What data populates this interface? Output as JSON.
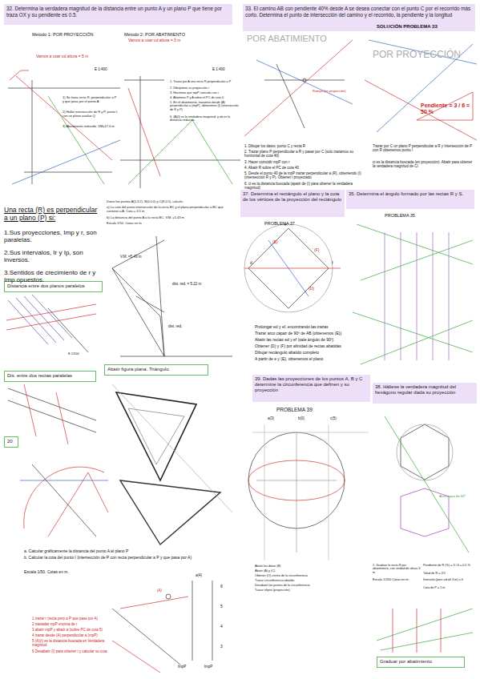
{
  "diagram": {
    "nodes": [
      {
        "text": [
          "32. Determina la verdadera magnitud de la distancia entre un punto A y un plano P que tiene por traza OX y su pendiente es 0.5."
        ]
      },
      {
        "text": [
          "33. El camino AB con pendiente 40% desde A se desea conectar con el punto C por el recorrido más corto. Determina el punto de intersección del camino y el recorrido, la pendiente y la longitud"
        ]
      },
      {
        "text": [
          "37. Determina el rectángulo el plano y la cota de los vértices de la proyección del rectángulo"
        ]
      },
      {
        "text": [
          "35. Determina el ángulo formado por las rectas R y S."
        ]
      },
      {
        "text": [
          "39. Dadas las proyecciones de los puntos A, B y C determine la circunferencia que definen y su proyección"
        ]
      },
      {
        "text": [
          "38. Háliese la verdadera magnitud del hexágono regular dada su proyección"
        ]
      },
      {
        "text": [
          "Distancia entre dos planos paralelos"
        ]
      },
      {
        "text": [
          "Dis. entre dos rectas paralelas"
        ]
      },
      {
        "text": [
          "Abatir figura plana. Triángulo"
        ]
      },
      {
        "text": [
          "20"
        ]
      },
      {
        "text": [
          "Graduar por abatimiento"
        ]
      }
    ],
    "labels": [
      "Método 1: POR PROYECCIÓN",
      "Método 2: POR ABATIMIENTO",
      "Vamos a usar ud altura = 5 m",
      "Vamos a usar ud altura = 3 m",
      "E 1:400",
      "E 1:400",
      "1) Se traza recta R, perpendicular a P y que pasa por el punto A",
      "2) Hallar intersección de R y P, punto I, con un plano auxiliar Q",
      "3) Abatimiento reducido. VM=17.6 m",
      "1. Trazar por A una recta R perpendicular a P",
      "2. Dibujamos su proyección r",
      "3. Hacemos que mpP coincida con r",
      "4. Abatimos P y A sobre el PC de cota 0",
      "5. En el abatimiento, trazamos desde (A) perpendicular a (mpP), obtenemos (I) (intersección de R y P)",
      "6. (A)(I) es la verdadera magnitud, y ab es la distancia reducida",
      "Una recta (R) es perpendicular a un plano (P) si:",
      "1.Sus proyecciones, Imp y r, son paralelas.",
      "2.Sus intervalos, Ir y Ip, son inversos.",
      "3.Sentidos de crecimiento de r y Imp opuestos.",
      "Datos los puntos A(5,3,2), B(0,0,0) y C(8,0,5), calcula:",
      "a) La cota del punto intersección de la recta BC y el plano perpendicular a BC que contiene a A. Cota = 3.5 m",
      "b) La distancia del punto A a la recta BC. V.M. =5.43 m",
      "Escala 1/50. Cotas en m.",
      "V.M. =5.43 m",
      "dist. red. = 5.22 m",
      "dist. red.",
      "E 1/200",
      "a. Calcular gráficamente la distancia del punto A al plano P",
      "b. Calcular la cota del punto I (intersección de P con recta perpendicular a P y que pasa por A)",
      "Escala 1/50. Cotas en m.",
      "1 trazar r (recta perp a P que pase por A)",
      "2 trasladar mpP encima de r",
      "3 abatir mpP y abatir a (sobre PC de cota 5)",
      "4 trazar desde (A) perpendicular a (mpP)",
      "5 (A)(I) es la distancia buscada en Verdadera magnitud",
      "6 Desabatir (I) para obtener i y calcular su cota",
      "6",
      "5",
      "4",
      "3",
      "lmpP",
      "lmpP",
      "POR ABATIMIENTO",
      "SOLUCIÓN PROBLEMA 33",
      "POR PROYECCIÓN",
      "Pendiente = 3 / 6 = 50 %",
      "1. Dibujar los datos: punto C y recta R",
      "2. Trazar plano P perpendicular a R y pasar por C (solo trazamos su horizontal de cota 40)",
      "3. Hacer coincidir mpP con r",
      "4. Abatir R sobre el PC de cota 40",
      "5. Desde el punto 40 de la mpP trazar perpendicular a (R), obteniendo (I) (intersección R y P). Obtener i proyectado",
      "6. ci es la distancia buscada (apatir de (I) para obtener la verdadera magnitud)",
      "Trazar por C un plano P perpendicular a R y Intersección de P con R obtenemos punto I",
      "ci es la distancia buscada (en proyección). Abatir para obtener la verdadera magnitud de CI",
      "Rampa (en proyección)",
      "PROBLEMA 37",
      "Prolongar ed y ef, encontrando las trazas",
      "Trazar arco capaz de 90º de AB (obtenemos (E))",
      "Abatir las rectas ed y ef (sale ángulo de 90º)",
      "Obtener (D) y (F) por afinidad de rectas abatidas",
      "Dibujar rectángulo abatido completo",
      "A partir de e y (E), obtenemos el plano",
      "PROBLEMA 35",
      "PROBLEMA 39",
      "Abatir los datos (B)",
      "Abatir (A) y (C)",
      "Obtener (O) centro de la circunferencia",
      "Trazar circunferencia abatida",
      "Desabatir los puntos de la circunferencia",
      "Trazar elipse (proyección)",
      "Arco capaz de 60º",
      "Escala 1/200 Cotas en m.",
      "Pendiente de R (%) = 3 / 6 = 0.5 %",
      "Talud de R = 2/1",
      "Intervalo (para ud alt 3 m) = 6",
      "Cota de P = 5 m",
      "2. Graduar la recta R por abatimiento, con unidad de altura 3 m",
      "e",
      "d",
      "f",
      "(E)",
      "(D)",
      "(F)",
      "a(3)",
      "b(0)",
      "c(5)",
      "(A)",
      "a(4)"
    ]
  }
}
